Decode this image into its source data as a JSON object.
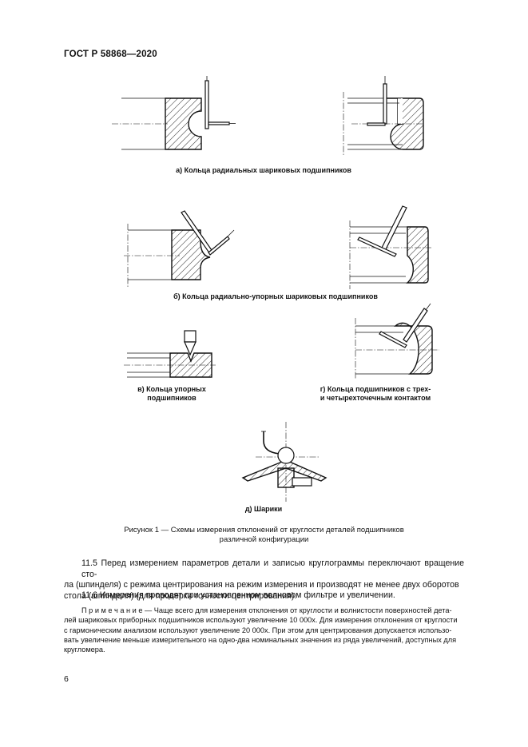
{
  "header": {
    "standard": "ГОСТ Р 58868—2020"
  },
  "figure": {
    "captions": {
      "a": "а) Кольца радиальных шариковых подшипников",
      "b": "б) Кольца радиально-упорных шариковых подшипников",
      "v_line1": "в) Кольца упорных",
      "v_line2": "подшипников",
      "g_line1": "г) Кольца подшипников с трех-",
      "g_line2": "и четырехточечным контактом",
      "d": "д) Шарики"
    },
    "title_line1": "Рисунок 1 — Схемы измерения отклонений от круглости деталей подшипников",
    "title_line2": "различной конфигурации"
  },
  "paragraphs": {
    "p11_5_line1": "11.5 Перед измерением параметров детали и записью круглограммы переключают вращение сто-",
    "p11_5_line2": "ла (шпинделя) с режима центрирования на режим измерения и производят не менее двух оборотов",
    "p11_5_line3": "стола (шпинделя) (для проверки точности центрирования).",
    "p11_6": "11.6 Измерения проводят при установленном волновом фильтре и увеличении."
  },
  "note": {
    "line1": "П р и м е ч а н и е — Чаще всего для измерения отклонения от круглости и волнистости поверхностей дета-",
    "line2": "лей шариковых приборных подшипников используют увеличение 10 000х. Для измерения отклонения от круглости",
    "line3": "с гармоническим анализом используют увеличение   20 000х. При этом для центрирования допускается использо-",
    "line4": "вать увеличение меньше измерительного на одно-два номинальных значения из ряда увеличений, доступных для",
    "line5": "кругломера."
  },
  "page_number": "6"
}
